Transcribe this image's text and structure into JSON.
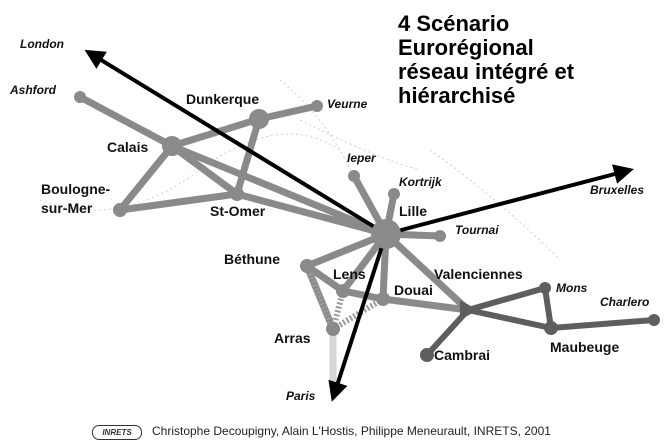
{
  "title": {
    "line1": "4 Scénario",
    "line2": "Eurorégional",
    "line3": "réseau intégré et",
    "line4": "hiérarchisé"
  },
  "cities": {
    "london": "London",
    "ashford": "Ashford",
    "dunkerque": "Dunkerque",
    "veurne": "Veurne",
    "calais": "Calais",
    "ieper": "Ieper",
    "kortrijk": "Kortrijk",
    "bruxelles": "Bruxelles",
    "boulogne_line1": "Boulogne-",
    "boulogne_line2": "sur-Mer",
    "st_omer": "St-Omer",
    "lille": "Lille",
    "tournai": "Tournai",
    "bethune": "Béthune",
    "lens": "Lens",
    "valenciennes": "Valenciennes",
    "mons": "Mons",
    "charleroi": "Charlero",
    "douai": "Douai",
    "arras": "Arras",
    "cambrai": "Cambrai",
    "maubeuge": "Maubeuge",
    "paris": "Paris"
  },
  "logo": "INRETS",
  "credit": "Christophe Decoupigny, Alain L'Hostis, Philippe Meneurault, INRETS, 2001",
  "colors": {
    "network_light": "#8a8a8a",
    "network_dark": "#5e5e5e",
    "arrow": "#000000",
    "dotted": "#999999"
  }
}
